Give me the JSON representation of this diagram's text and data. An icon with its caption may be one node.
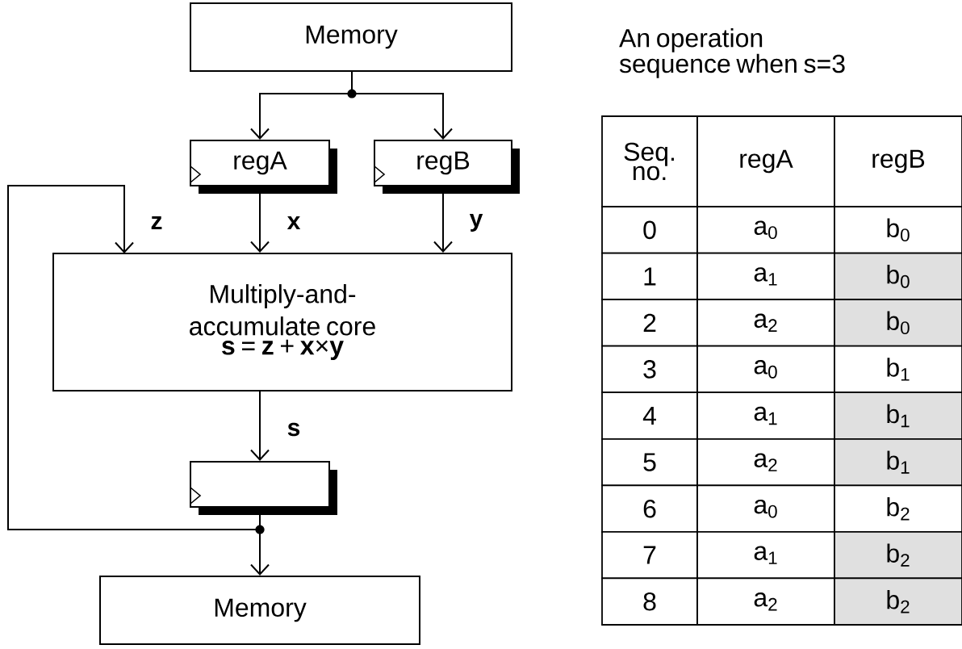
{
  "diagram": {
    "nodes": [
      {
        "text": [
          "Memory"
        ]
      },
      {
        "text": [
          "regA"
        ]
      },
      {
        "text": [
          "regB"
        ]
      },
      {
        "text": [
          "Multiply-and-accumulate core",
          "**s** = **z** + **x**×**y**"
        ]
      },
      {
        "text": [],
        "shape": "box"
      },
      {
        "text": [
          "Memory"
        ]
      }
    ],
    "edges": [
      {
        "from": 0,
        "to": 1,
        "arrow": "to"
      },
      {
        "from": 0,
        "to": 2,
        "arrow": "to"
      },
      {
        "from": 1,
        "to": 3,
        "arrow": "to",
        "label": "x"
      },
      {
        "from": 2,
        "to": 3,
        "arrow": "to",
        "label": "y"
      },
      {
        "from": 3,
        "to": 4,
        "arrow": "to",
        "label": "s"
      },
      {
        "from": 4,
        "to": 5,
        "arrow": "to"
      },
      {
        "from": 4,
        "to": 3,
        "arrow": "to",
        "label": "z"
      }
    ],
    "labels": [
      "An operation sequence when s=3",
      "Seq. no.",
      "regA",
      "regB",
      "0",
      "a$_{0}$",
      "b$_{0}$",
      "1",
      "a$_{1}$",
      "b$_{0}$",
      "2",
      "a$_{2}$",
      "b$_{0}$",
      "3",
      "a$_{0}$",
      "b$_{1}$",
      "4",
      "a$_{1}$",
      "b$_{1}$",
      "5",
      "a$_{2}$",
      "b$_{1}$",
      "6",
      "a$_{0}$",
      "b$_{2}$",
      "7",
      "a$_{1}$",
      "b$_{2}$",
      "8",
      "a$_{2}$",
      "b$_{2}$"
    ]
  }
}
